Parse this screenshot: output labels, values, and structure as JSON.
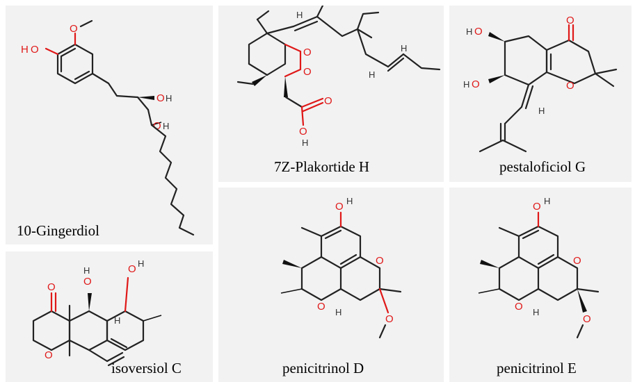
{
  "compounds": [
    {
      "name": "10-Gingerdiol"
    },
    {
      "name": "7Z-Plakortide H"
    },
    {
      "name": "pestaloficiol G"
    },
    {
      "name": "isoversiol C"
    },
    {
      "name": "penicitrinol D"
    },
    {
      "name": "penicitrinol E"
    }
  ],
  "atoms": {
    "oxygen": "O",
    "hydrogen": "H",
    "hydroxyl_h": "H"
  },
  "colors": {
    "panel_bg": "#f2f2f2",
    "bond": "#222222",
    "oxygen": "#e01818"
  }
}
